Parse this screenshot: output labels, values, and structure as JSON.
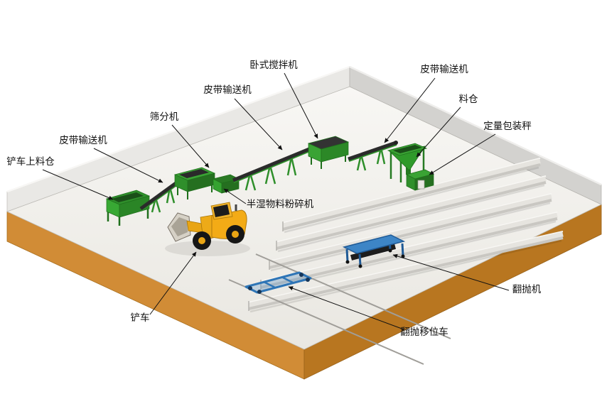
{
  "diagram": {
    "type": "isometric-fertilizer-plant-layout",
    "labels": {
      "horizontal_mixer": "卧式搅拌机",
      "belt_conveyor_mid": "皮带输送机",
      "belt_conveyor_top": "皮带输送机",
      "belt_conveyor_left": "皮带输送机",
      "screening_machine": "筛分机",
      "loader_feed_hopper": "铲车上料仓",
      "semi_wet_crusher": "半湿物料粉碎机",
      "silo": "料仓",
      "packing_scale": "定量包装秤",
      "wheel_loader": "铲车",
      "compost_turner": "翻抛机",
      "turner_shift_cart": "翻抛移位车"
    },
    "colors": {
      "floor": "#f3f2ee",
      "wall_light": "#e9e8e5",
      "wall_dark": "#d3d2cf",
      "base_left": "#d18c36",
      "base_right": "#b87620",
      "machine_green": "#35a330",
      "machine_green_dark": "#2f8f2b",
      "turner_blue": "#3d85c6",
      "loader_yellow": "#f3ab16",
      "trough_gray": "#e6e4df",
      "belt_dark": "#2b2b2b",
      "label_text": "#111111"
    }
  }
}
